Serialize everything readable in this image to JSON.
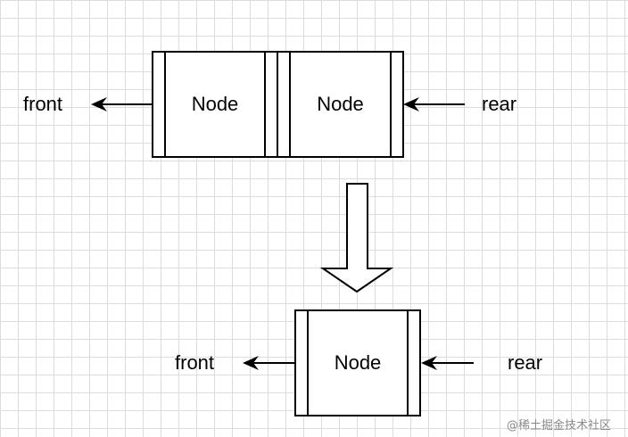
{
  "top_queue": {
    "front_label": "front",
    "rear_label": "rear",
    "nodes": [
      "Node",
      "Node"
    ]
  },
  "bottom_queue": {
    "front_label": "front",
    "rear_label": "rear",
    "nodes": [
      "Node"
    ]
  },
  "watermark": "@稀土掘金技术社区",
  "colors": {
    "stroke": "#000000",
    "grid": "#dcdcdc",
    "background": "#ffffff"
  }
}
